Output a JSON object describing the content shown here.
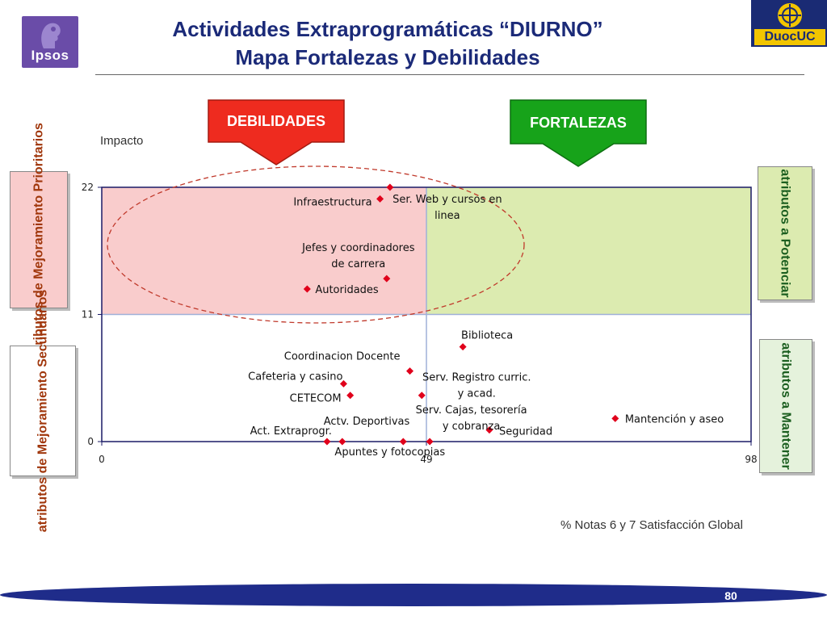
{
  "header": {
    "title_line1": "Actividades Extraprogramáticas “DIURNO”",
    "title_line2": "Mapa Fortalezas y Debilidades",
    "logo_left_text": "Ipsos",
    "logo_right_text": "DuocUC"
  },
  "arrows": {
    "debilidades": {
      "label": "DEBILIDADES",
      "color": "#ee2b1f"
    },
    "fortalezas": {
      "label": "FORTALEZAS",
      "color": "#17a31a"
    }
  },
  "side_labels": {
    "left_top": "atributos de Mejoramiento Prioritarios",
    "left_bottom": "atributos de Mejoramiento Secundarios",
    "right_top": "atributos a Potenciar",
    "right_bottom": "atributos a Mantener"
  },
  "chart_data": {
    "type": "scatter",
    "ylabel": "Impacto",
    "xlabel": "% Notas 6 y 7 Satisfacción Global",
    "xlim": [
      0,
      98
    ],
    "ylim": [
      0,
      22
    ],
    "x_ticks": [
      "0",
      "49",
      "98"
    ],
    "y_ticks": [
      "0",
      "11",
      "22"
    ],
    "x_divider": 49,
    "y_divider": 11,
    "quadrant_colors": {
      "top_left": "#f9cccc",
      "top_right": "#dcebb0"
    },
    "point_color": "#e0001b",
    "points": [
      {
        "label": "Ser. Web y cursos en linea",
        "x": 43.5,
        "y": 22.0
      },
      {
        "label": "Infraestructura",
        "x": 42.0,
        "y": 21.0
      },
      {
        "label": "Jefes y coordinadores de carrera",
        "x": 43.0,
        "y": 14.1
      },
      {
        "label": "Autoridades",
        "x": 31.0,
        "y": 13.2
      },
      {
        "label": "Biblioteca",
        "x": 54.5,
        "y": 8.2
      },
      {
        "label": "Coordinacion Docente",
        "x": 46.5,
        "y": 6.1
      },
      {
        "label": "Cafeteria y casino",
        "x": 36.5,
        "y": 5.0
      },
      {
        "label": "CETECOM",
        "x": 37.5,
        "y": 4.0
      },
      {
        "label": "Serv. Registro curric. y acad.",
        "x": 48.3,
        "y": 4.0
      },
      {
        "label": "Mantención y aseo",
        "x": 77.5,
        "y": 2.0
      },
      {
        "label": "Seguridad",
        "x": 58.5,
        "y": 1.0
      },
      {
        "label": "Serv. Cajas, tesorería y cobranza",
        "x": 49.5,
        "y": 0.0
      },
      {
        "label": "Actv. Deportivas",
        "x": 45.5,
        "y": 0.0
      },
      {
        "label": "Act. Extraprogr.",
        "x": 34.0,
        "y": 0.0
      },
      {
        "label": "Apuntes y fotocopias",
        "x": 36.3,
        "y": 0.0
      }
    ]
  },
  "footer": {
    "page_number": "80"
  }
}
